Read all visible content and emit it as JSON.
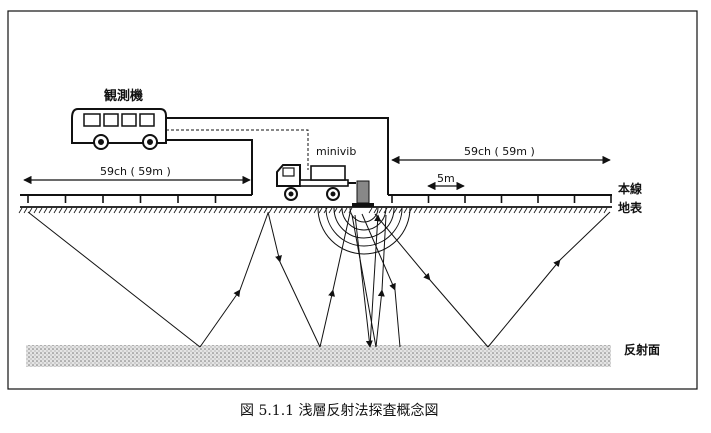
{
  "labels": {
    "observer": "観測機",
    "minivib": "minivib",
    "spread_left": "59ch ( 59m )",
    "spread_right": "59ch ( 59m )",
    "spacing": "5m",
    "main_line": "本線",
    "ground_surface": "地表",
    "reflector": "反射面"
  },
  "caption": "図 5.1.1 浅層反射法探査概念図",
  "colors": {
    "ink": "#111111",
    "paper": "#ffffff",
    "reflector_fill": "#d8d8d8"
  }
}
